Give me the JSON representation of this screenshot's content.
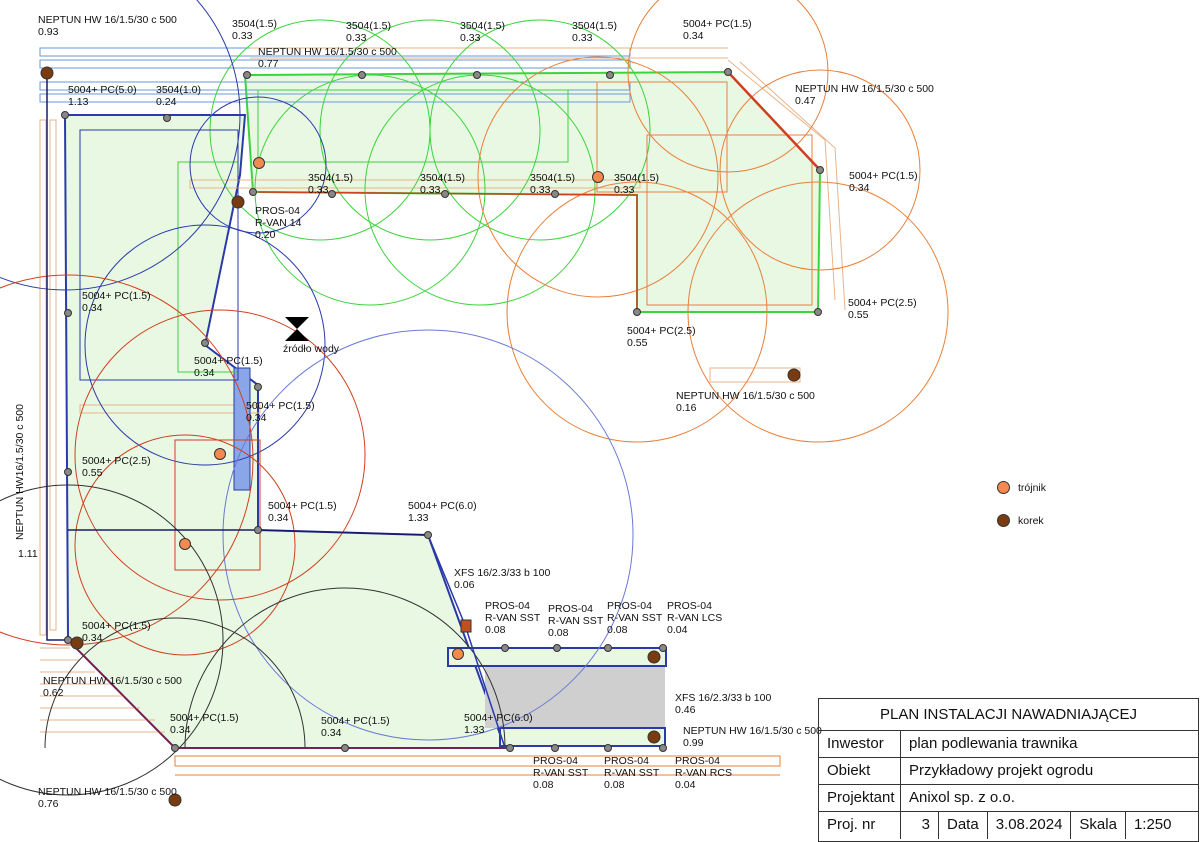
{
  "labels": [
    [
      "NEPTUN HW 16/1.5/30 c 500",
      "0.93"
    ],
    [
      "3504(1.5)",
      "0.33"
    ],
    [
      "3504(1.5)",
      "0.33"
    ],
    [
      "3504(1.5)",
      "0.33"
    ],
    [
      "3504(1.5)",
      "0.33"
    ],
    [
      "5004+ PC(1.5)",
      "0.34"
    ],
    [
      "NEPTUN HW 16/1.5/30 c 500",
      "0.77"
    ],
    [
      "NEPTUN HW 16/1.5/30 c 500",
      "0.47"
    ],
    [
      "5004+ PC(5.0)",
      "1.13"
    ],
    [
      "3504(1.0)",
      "0.24"
    ],
    [
      "3504(1.5)",
      "0.33"
    ],
    [
      "3504(1.5)",
      "0.33"
    ],
    [
      "3504(1.5)",
      "0.33"
    ],
    [
      "3504(1.5)",
      "0.33"
    ],
    [
      "5004+ PC(1.5)",
      "0.34"
    ],
    [
      "PROS-04",
      "R-VAN 14",
      "0.20"
    ],
    [
      "5004+ PC(1.5)",
      "0.34"
    ],
    [
      "5004+ PC(2.5)",
      "0.55"
    ],
    [
      "5004+ PC(2.5)",
      "0.55"
    ],
    [
      "źródło wody"
    ],
    [
      "5004+ PC(1.5)",
      "0.34"
    ],
    [
      "NEPTUN HW 16/1.5/30 c 500",
      "0.16"
    ],
    [
      "5004+ PC(1.5)",
      "0.34"
    ],
    [
      "5004+ PC(2.5)",
      "0.55"
    ],
    [
      "5004+ PC(1.5)",
      "0.34"
    ],
    [
      "5004+ PC(6.0)",
      "1.33"
    ],
    [
      "XFS 16/2.3/33 b 100",
      "0.06"
    ],
    [
      "PROS-04",
      "R-VAN SST",
      "0.08"
    ],
    [
      "PROS-04",
      "R-VAN SST",
      "0.08"
    ],
    [
      "PROS-04",
      "R-VAN SST",
      "0.08"
    ],
    [
      "PROS-04",
      "R-VAN LCS",
      "0.04"
    ],
    [
      "5004+ PC(1.5)",
      "0.34"
    ],
    [
      "NEPTUN HW 16/1.5/30 c 500",
      "0.62"
    ],
    [
      "XFS 16/2.3/33 b 100",
      "0.46"
    ],
    [
      "5004+ PC(1.5)",
      "0.34"
    ],
    [
      "5004+ PC(1.5)",
      "0.34"
    ],
    [
      "5004+ PC(6.0)",
      "1.33"
    ],
    [
      "NEPTUN HW 16/1.5/30 c 500",
      "0.99"
    ],
    [
      "PROS-04",
      "R-VAN SST",
      "0.08"
    ],
    [
      "PROS-04",
      "R-VAN SST",
      "0.08"
    ],
    [
      "PROS-04",
      "R-VAN RCS",
      "0.04"
    ],
    [
      "NEPTUN HW 16/1.5/30 c 500",
      "0.76"
    ]
  ],
  "vertical_label": {
    "name": "NEPTUN HW16/1.5/30 c 500",
    "value": "1.11"
  },
  "legend": [
    {
      "label": "trójnik",
      "color": "#f58a50"
    },
    {
      "label": "korek",
      "color": "#7a3b10"
    }
  ],
  "title_block": {
    "title": "PLAN INSTALACJI NAWADNIAJĄCEJ",
    "inwestor_label": "Inwestor",
    "inwestor": "plan podlewania trawnika",
    "obiekt_label": "Obiekt",
    "obiekt": "Przykładowy projekt ogrodu",
    "projektant_label": "Projektant",
    "projektant": "Anixol sp. z o.o.",
    "nr_label": "Proj. nr",
    "nr": "3",
    "data_label": "Data",
    "data": "3.08.2024",
    "skala_label": "Skala",
    "skala": "1:250"
  },
  "colors": {
    "lawn": "#e8f8e2",
    "green_zone": "#3cd43c",
    "blue_zone": "#2a3aa8",
    "red_zone": "#d0401e",
    "orange_zone": "#e8803a",
    "drip": "#e8b48a"
  }
}
